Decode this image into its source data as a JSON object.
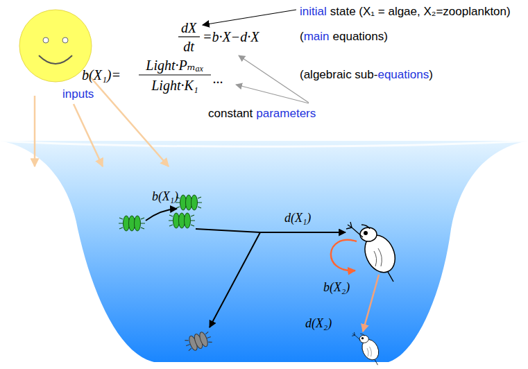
{
  "diagram": {
    "labels": [
      "initial",
      "state (X₁ = algae, X₂=zooplankton)",
      "dX",
      "dt",
      "=b·X−d·X",
      "(",
      "main",
      "equations)",
      "b(X₁)=",
      "Light·Pₘₐₓ",
      "Light·K₁",
      "...",
      "(algebraic sub-",
      "equations",
      ")",
      "constant",
      "parameters",
      "inputs",
      "b(X₁)",
      "d(X₁)",
      "b(X₂)",
      "d(X₂)"
    ]
  }
}
